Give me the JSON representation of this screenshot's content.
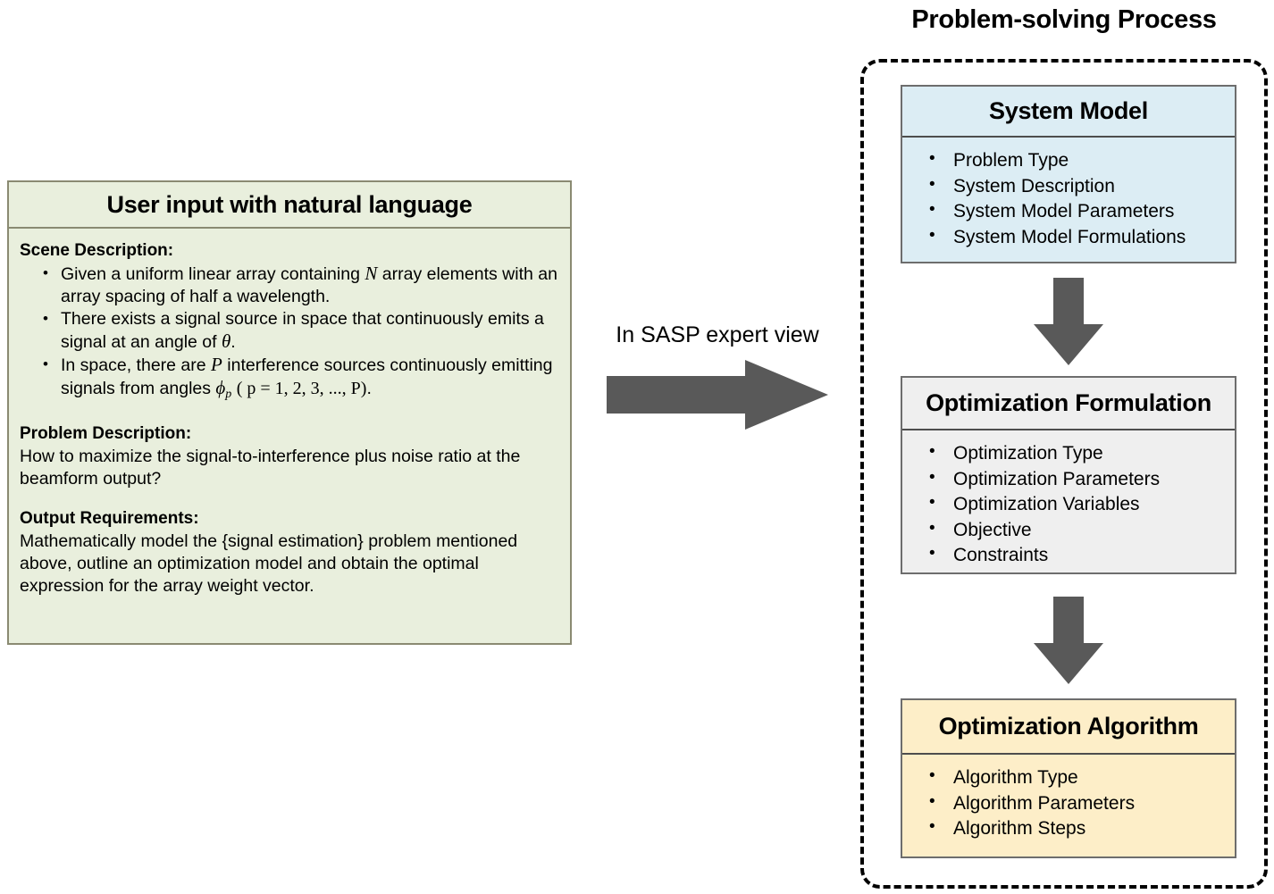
{
  "colors": {
    "user_input_fill": "#e9efdd",
    "user_input_border": "#8a8a72",
    "system_model_fill": "#dcedf4",
    "optimization_formulation_fill": "#efefef",
    "optimization_algorithm_fill": "#fdeec8",
    "card_border": "#6d6d6d",
    "arrow_fill": "#595959",
    "container_border": "#000000"
  },
  "user_input": {
    "title": "User input with natural language",
    "scene": {
      "label": "Scene Description:",
      "bullets": [
        {
          "pre": "Given a uniform linear array containing ",
          "var": "N",
          "post": " array elements with an array spacing of half a wavelength."
        },
        {
          "pre": "There exists a signal source in space that continuously emits a signal at an angle of ",
          "var": "θ",
          "post": "."
        },
        {
          "pre": "In space, there are ",
          "var": "P",
          "post": " interference sources continuously emitting signals from angles ",
          "sym": "ϕ",
          "sub": "p",
          "paren": "( p = 1, 2, 3, ..., P)",
          "tail": "."
        }
      ]
    },
    "problem": {
      "label": "Problem Description:",
      "text": "How to maximize the signal-to-interference plus noise ratio at the beamform output?"
    },
    "output": {
      "label": "Output Requirements:",
      "text": "Mathematically model the {signal estimation} problem mentioned above, outline an optimization model and obtain the optimal expression for the array weight vector."
    }
  },
  "transition": {
    "label": "In SASP expert view",
    "arrow_icon": "arrow-right-icon"
  },
  "process": {
    "title": "Problem-solving Process",
    "stages": [
      {
        "id": "system-model",
        "title": "System Model",
        "items": [
          "Problem Type",
          "System Description",
          "System Model Parameters",
          "System Model Formulations"
        ]
      },
      {
        "id": "optimization-formulation",
        "title": "Optimization Formulation",
        "items": [
          "Optimization Type",
          "Optimization Parameters",
          "Optimization Variables",
          "Objective",
          "Constraints"
        ]
      },
      {
        "id": "optimization-algorithm",
        "title": "Optimization Algorithm",
        "items": [
          "Algorithm Type",
          "Algorithm Parameters",
          "Algorithm Steps"
        ]
      }
    ],
    "connectors": [
      {
        "icon": "arrow-down-icon"
      },
      {
        "icon": "arrow-down-icon"
      }
    ]
  }
}
